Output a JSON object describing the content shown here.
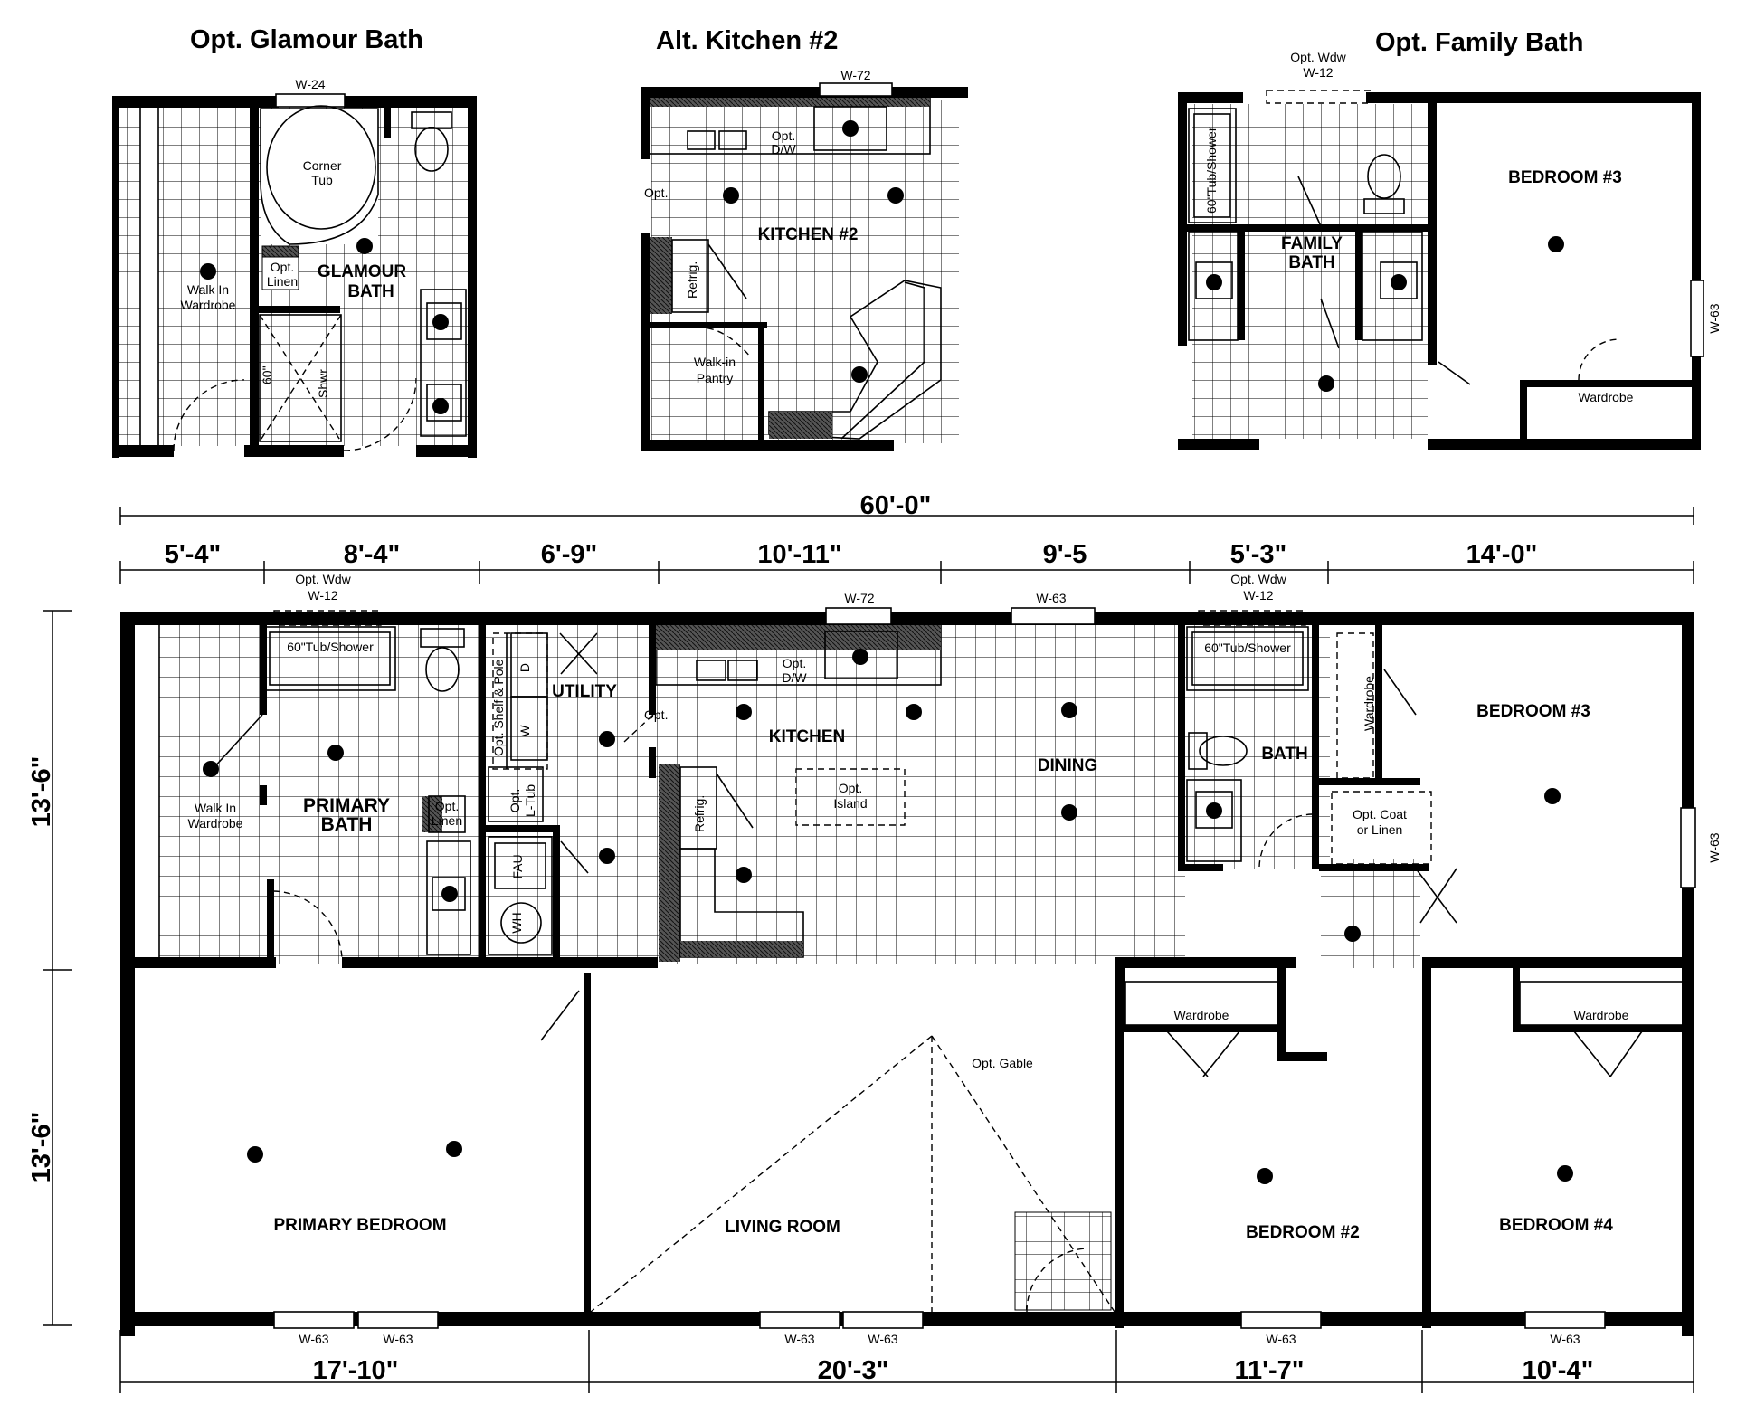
{
  "titles": {
    "glamour": "Opt. Glamour Bath",
    "kitchen2": "Alt. Kitchen #2",
    "family": "Opt. Family Bath"
  },
  "dimensions": {
    "overall": "60'-0\"",
    "top": [
      "5'-4\"",
      "8'-4\"",
      "6'-9\"",
      "10'-11\"",
      "9'-5",
      "5'-3\"",
      "14'-0\""
    ],
    "bottom": [
      "17'-10\"",
      "20'-3\"",
      "11'-7\"",
      "10'-4\""
    ],
    "left": [
      "13'-6\"",
      "13'-6\""
    ]
  },
  "glamour_bath": {
    "window": "W-24",
    "corner_tub": [
      "Corner",
      "Tub"
    ],
    "linen": [
      "Opt.",
      "Linen"
    ],
    "bath": [
      "GLAMOUR",
      "BATH"
    ],
    "wardrobe": [
      "Walk In",
      "Wardrobe"
    ],
    "shower": [
      "60\"",
      "Shwr"
    ]
  },
  "kitchen2": {
    "window": "W-72",
    "dw": [
      "Opt.",
      "D/W"
    ],
    "opt": "Opt.",
    "kitchen": "KITCHEN #2",
    "refrig": "Refrig.",
    "pantry": [
      "Walk-in",
      "Pantry"
    ]
  },
  "family_bath": {
    "window_opt": [
      "Opt. Wdw",
      "W-12"
    ],
    "tub": "60\"Tub/Shower",
    "bath": [
      "FAMILY",
      "BATH"
    ],
    "bedroom": "BEDROOM #3",
    "wardrobe": "Wardrobe",
    "side_window": "W-63"
  },
  "main_plan": {
    "primary_bath": [
      "PRIMARY",
      "BATH"
    ],
    "tub_shower": "60\"Tub/Shower",
    "walk_in": [
      "Walk In",
      "Wardrobe"
    ],
    "linen": [
      "Opt.",
      "Linen"
    ],
    "opt_wdw_left": [
      "Opt. Wdw",
      "W-12"
    ],
    "opt_wdw_right": [
      "Opt. Wdw",
      "W-12"
    ],
    "utility": "UTILITY",
    "shelf_pole": "Opt. Shelf & Pole",
    "dryer": "D",
    "washer": "W",
    "ltub": [
      "Opt.",
      "L-Tub"
    ],
    "fau": "FAU",
    "wh": "WH",
    "opt_door": "Opt.",
    "kitchen": "KITCHEN",
    "kitchen_window": "W-72",
    "dw": [
      "Opt.",
      "D/W"
    ],
    "refrig": "Refrig.",
    "island": [
      "Opt.",
      "Island"
    ],
    "dining": "DINING",
    "dining_window": "W-63",
    "bath": "BATH",
    "bath_tub": "60\"Tub/Shower",
    "coat_linen": [
      "Opt. Coat",
      "or Linen"
    ],
    "wardrobe_hall": "Wardrobe",
    "bedroom3": "BEDROOM #3",
    "bed3_window": "W-63",
    "primary_bedroom": "PRIMARY BEDROOM",
    "living_room": "LIVING ROOM",
    "gable": "Opt. Gable",
    "bedroom2": "BEDROOM #2",
    "bedroom4": "BEDROOM #4",
    "wardrobe_b2": "Wardrobe",
    "wardrobe_b4": "Wardrobe",
    "bottom_windows": [
      "W-63",
      "W-63",
      "W-63",
      "W-63",
      "W-63",
      "W-63"
    ]
  }
}
